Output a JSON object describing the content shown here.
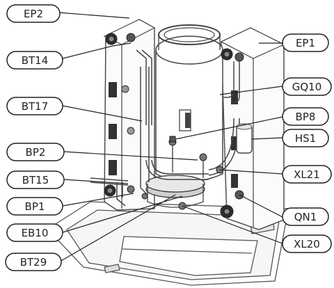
{
  "labels": {
    "ep2": "EP2",
    "ep1": "EP1",
    "bt14": "BT14",
    "gq10": "GQ10",
    "bt17": "BT17",
    "bp8": "BP8",
    "hs1": "HS1",
    "bp2": "BP2",
    "xl21": "XL21",
    "bt15": "BT15",
    "bp1": "BP1",
    "qn1": "QN1",
    "eb10": "EB10",
    "xl20": "XL20",
    "bt29": "BT29"
  }
}
